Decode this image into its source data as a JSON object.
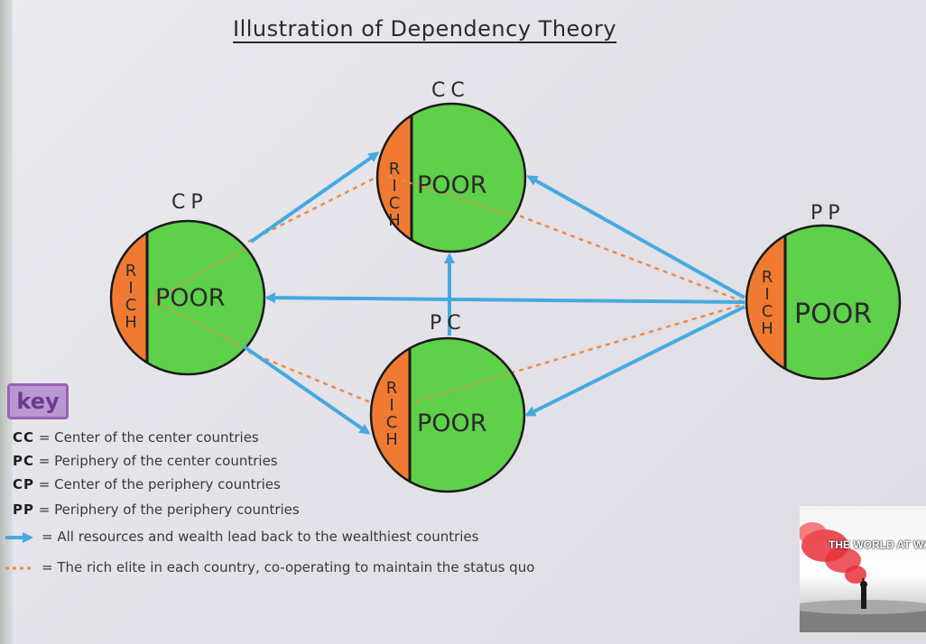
{
  "title": "Illustration of Dependency Theory",
  "nodes": {
    "cc": {
      "label": "CC",
      "rich": "RICH",
      "poor": "POOR"
    },
    "cp": {
      "label": "CP",
      "rich": "RICH",
      "poor": "POOR"
    },
    "pc": {
      "label": "PC",
      "rich": "RICH",
      "poor": "POOR"
    },
    "pp": {
      "label": "PP",
      "rich": "RICH",
      "poor": "POOR"
    }
  },
  "key": {
    "heading": "key",
    "items": [
      {
        "abbr": "CC",
        "text": "= Center of the center countries"
      },
      {
        "abbr": "PC",
        "text": "= Periphery of the center countries"
      },
      {
        "abbr": "CP",
        "text": "= Center of the periphery countries"
      },
      {
        "abbr": "PP",
        "text": "= Periphery of the periphery countries"
      }
    ],
    "arrow_text": "= All resources and wealth lead back to the wealthiest countries",
    "dotted_text": "= The rich elite in each country, co-operating to maintain the status quo"
  },
  "brand": {
    "text": "THE WORLD AT WAR"
  },
  "colors": {
    "rich": "#f07a32",
    "poor": "#5ed04a",
    "arrow": "#45a9e0",
    "dotted": "#f08a4a",
    "circle_border": "#1a1a1a",
    "key_box": "#9a62b4"
  }
}
